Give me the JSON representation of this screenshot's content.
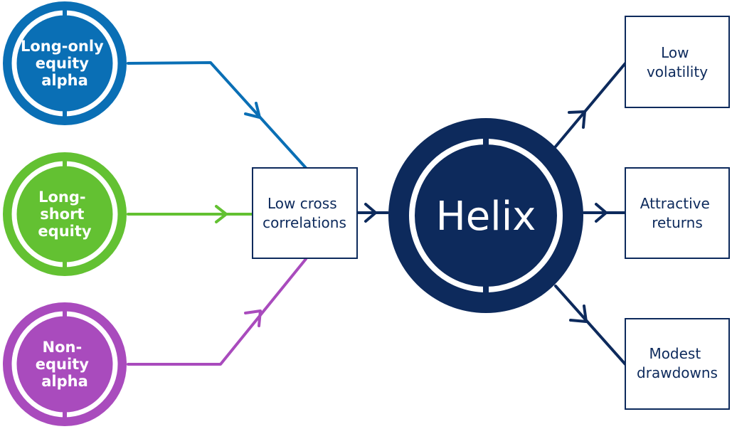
{
  "colors": {
    "blue": "#0a6fb5",
    "green": "#63c132",
    "purple": "#a94bbd",
    "navy": "#0d2a5c"
  },
  "sources": [
    {
      "lines": [
        "Long-only",
        "equity",
        "alpha"
      ],
      "color": "#0a6fb5"
    },
    {
      "lines": [
        "Long-",
        "short",
        "equity"
      ],
      "color": "#63c132"
    },
    {
      "lines": [
        "Non-",
        "equity",
        "alpha"
      ],
      "color": "#a94bbd"
    }
  ],
  "middle_box": {
    "lines": [
      "Low cross",
      "correlations"
    ]
  },
  "hub": {
    "label": "Helix",
    "color": "#0d2a5c"
  },
  "outcomes": [
    {
      "lines": [
        "Low",
        "volatility"
      ]
    },
    {
      "lines": [
        "Attractive",
        "returns"
      ]
    },
    {
      "lines": [
        "Modest",
        "drawdowns"
      ]
    }
  ]
}
